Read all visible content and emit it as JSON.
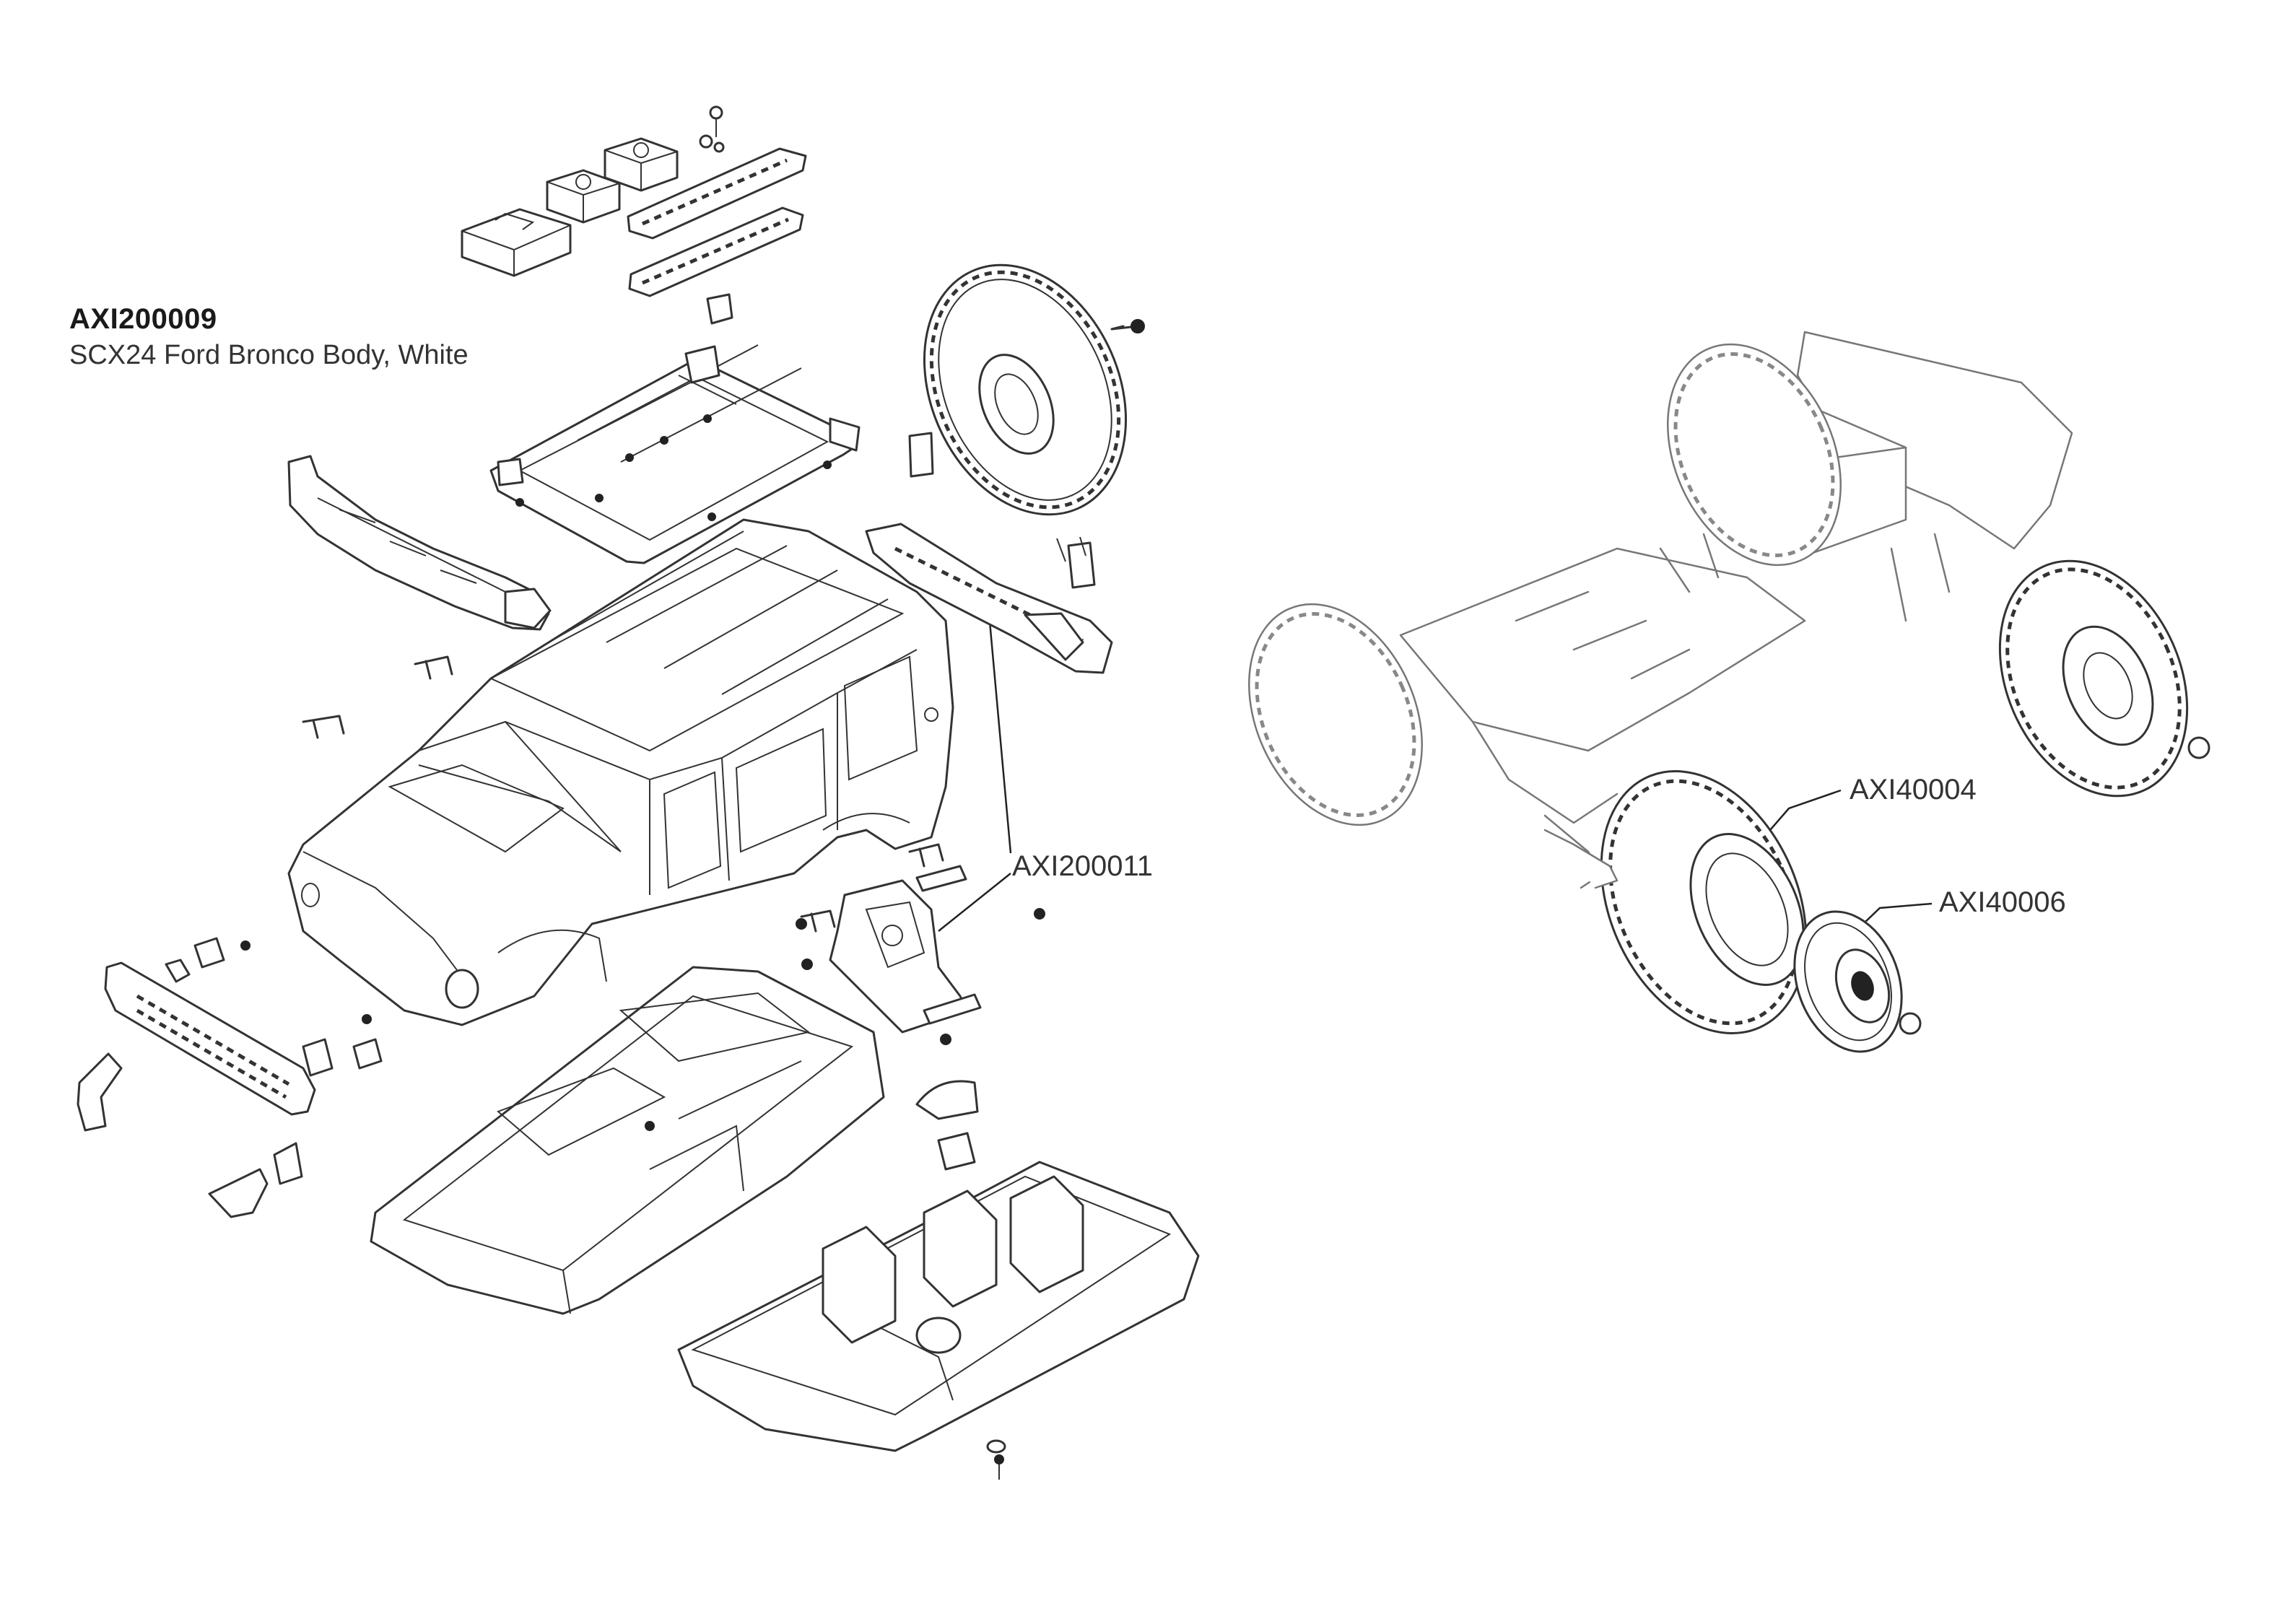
{
  "body_kit": {
    "part_number": "AXI200009",
    "description": "SCX24 Ford Bronco Body, White"
  },
  "callouts": {
    "mount": "AXI200011",
    "tire": "AXI40004",
    "wheel": "AXI40006"
  }
}
